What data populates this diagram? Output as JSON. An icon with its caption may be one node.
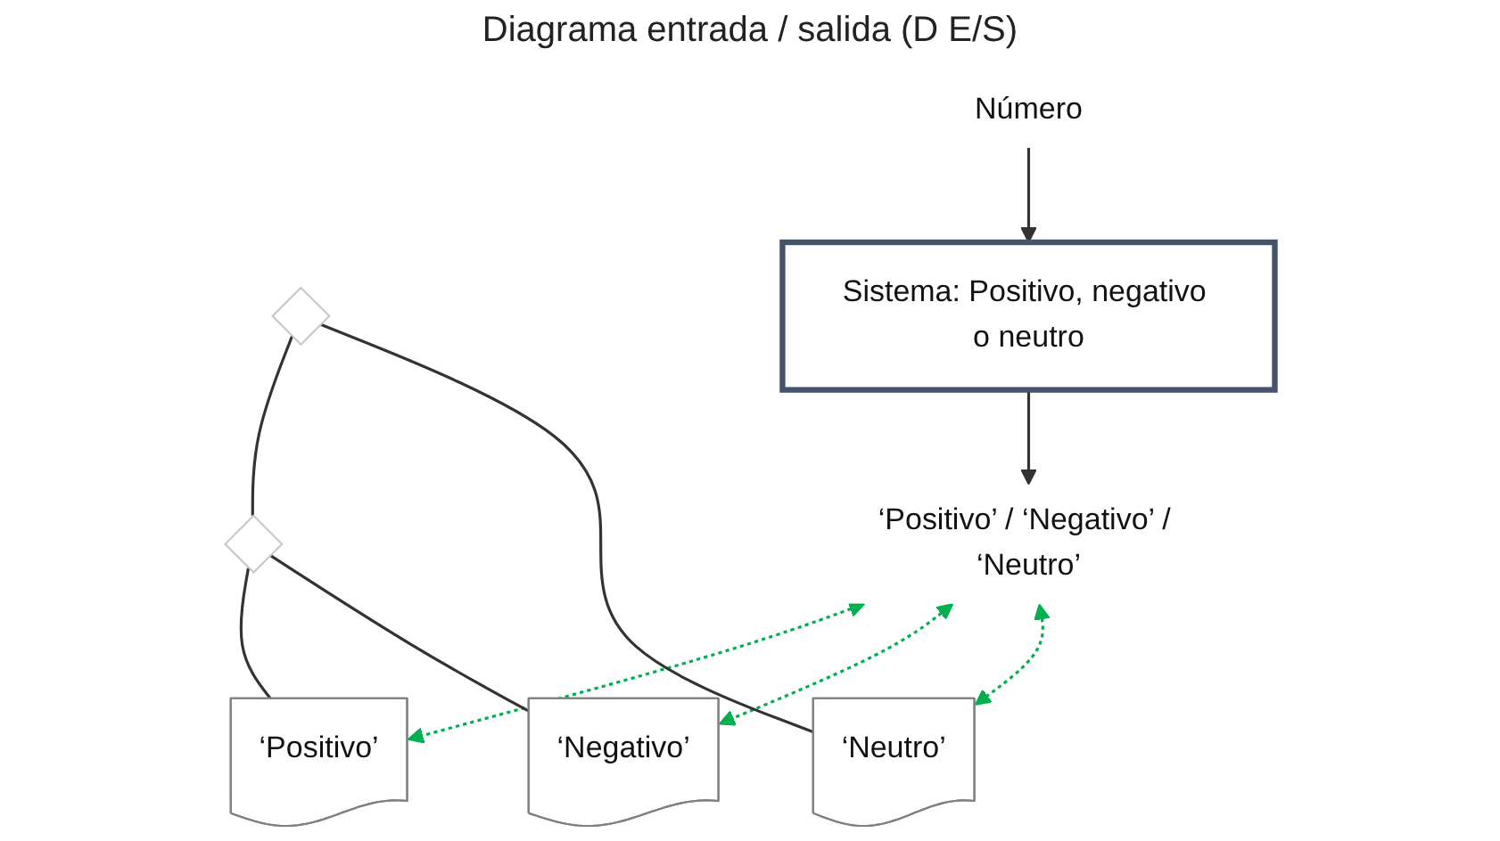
{
  "diagram": {
    "title": "Diagrama entrada / salida (D E/S)",
    "nodes": [
      {
        "text": [
          "Número"
        ]
      },
      {
        "text": [
          "Sistema: Positivo, negativo o neutro"
        ]
      },
      {
        "text": [
          "‘Positivo’ / ‘Negativo’ / ‘Neutro’"
        ]
      },
      {
        "text": [],
        "shape": "diamond"
      },
      {
        "text": [],
        "shape": "diamond"
      },
      {
        "text": [
          "‘Positivo’"
        ]
      },
      {
        "text": [
          "‘Negativo’"
        ]
      },
      {
        "text": [
          "‘Neutro’"
        ]
      }
    ],
    "edges": [
      {
        "from": 0,
        "to": 1,
        "arrow": "to"
      },
      {
        "from": 1,
        "to": 2,
        "arrow": "to"
      },
      {
        "from": 2,
        "to": 5,
        "arrow": "both",
        "style": "dashed",
        "color": "#00b050"
      },
      {
        "from": 2,
        "to": 6,
        "arrow": "both",
        "style": "dashed",
        "color": "#00b050"
      },
      {
        "from": 2,
        "to": 7,
        "arrow": "both",
        "style": "dashed",
        "color": "#00b050"
      },
      {
        "from": 3,
        "to": 4,
        "arrow": "none"
      },
      {
        "from": 3,
        "to": 7,
        "arrow": "none"
      },
      {
        "from": 4,
        "to": 5,
        "arrow": "none"
      },
      {
        "from": 4,
        "to": 6,
        "arrow": "none"
      }
    ]
  }
}
